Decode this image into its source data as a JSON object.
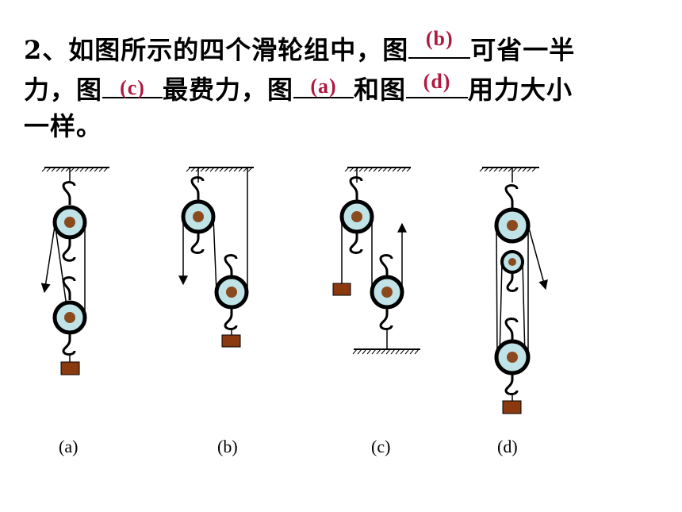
{
  "question": {
    "line1_prefix": "2、如图所示的四个滑轮组中，图",
    "answer_1": "(b)",
    "line1_suffix": "可省一半",
    "line2_p1": "力，图",
    "answer_2": "(c)",
    "line2_p2": "最费力，图",
    "answer_3": "(a)",
    "line2_p3": "和图",
    "answer_4": "(d)",
    "line2_p4": "用力大小",
    "line3": "一样。"
  },
  "figures": {
    "a": "(a)",
    "b": "(b)",
    "c": "(c)",
    "d": "(d)"
  },
  "colors": {
    "pulley_fill": "#bfe3e6",
    "pulley_rim": "#000000",
    "axle": "#8b4a1e",
    "weight": "#8b3a0f",
    "answer": "#b01840"
  }
}
